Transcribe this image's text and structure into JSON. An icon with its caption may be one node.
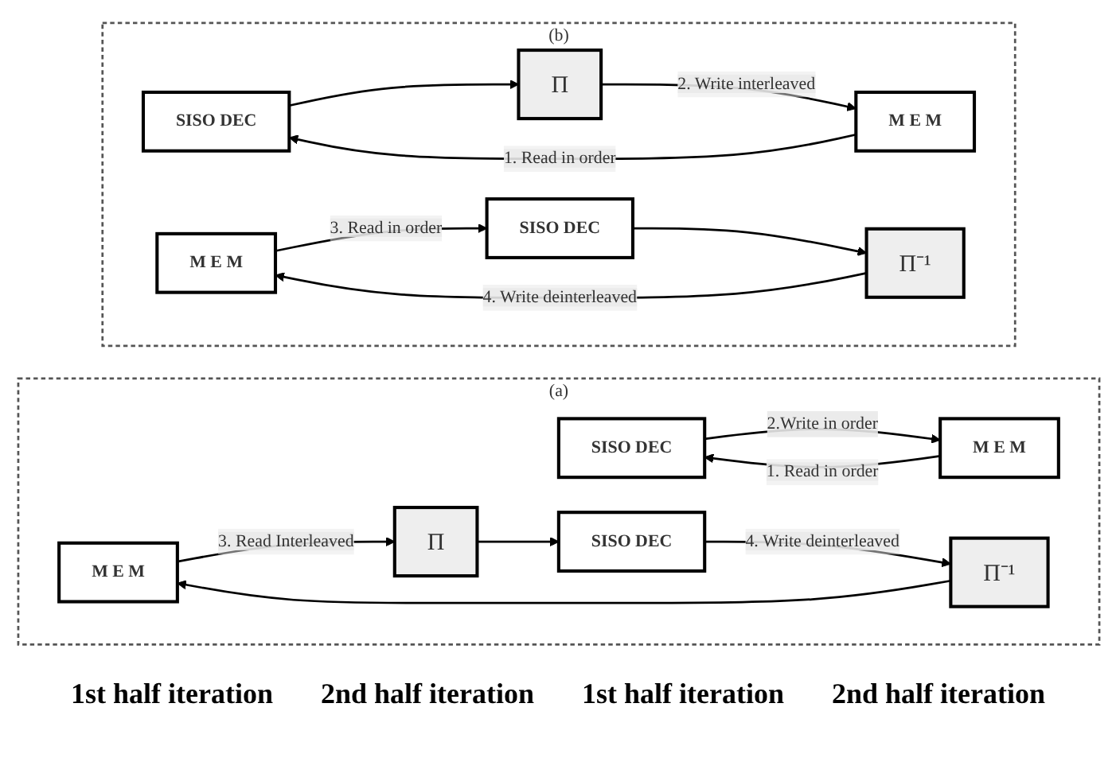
{
  "diagram": {
    "nodes": [
      {
        "text": [
          "(a)"
        ]
      },
      {
        "text": [
          "SISO DEC"
        ],
        "in": 0
      },
      {
        "text": [
          "M E M"
        ],
        "in": 0
      },
      {
        "text": [
          "SISO DEC"
        ],
        "in": 0
      },
      {
        "text": [
          "Π"
        ],
        "in": 0
      },
      {
        "text": [
          "Π⁻¹"
        ],
        "in": 0
      },
      {
        "text": [
          "M E M"
        ],
        "in": 0
      },
      {
        "text": [
          "(b)"
        ]
      },
      {
        "text": [
          "SISO DEC"
        ],
        "in": 7
      },
      {
        "text": [
          "Π"
        ],
        "in": 7
      },
      {
        "text": [
          "M E M"
        ],
        "in": 7
      },
      {
        "text": [
          "SISO DEC"
        ],
        "in": 7
      },
      {
        "text": [
          "Π⁻¹"
        ],
        "in": 7
      },
      {
        "text": [
          "M E M"
        ],
        "in": 7
      }
    ],
    "edges": [
      {
        "from": 2,
        "to": 1,
        "arrow": "to",
        "label": "1. Read in order"
      },
      {
        "from": 1,
        "to": 2,
        "arrow": "to",
        "label": "2.Write in order"
      },
      {
        "from": 6,
        "to": 4,
        "arrow": "to",
        "label": "3. Read Interleaved"
      },
      {
        "from": 4,
        "to": 3,
        "arrow": "to"
      },
      {
        "from": 3,
        "to": 5,
        "arrow": "to",
        "label": "4. Write deinterleaved"
      },
      {
        "from": 5,
        "to": 6,
        "arrow": "to"
      },
      {
        "from": 10,
        "to": 8,
        "arrow": "to",
        "label": "1. Read in order"
      },
      {
        "from": 8,
        "to": 9,
        "arrow": "to"
      },
      {
        "from": 9,
        "to": 10,
        "arrow": "to",
        "label": "2. Write interleaved"
      },
      {
        "from": 13,
        "to": 11,
        "arrow": "to",
        "label": "3. Read in order"
      },
      {
        "from": 11,
        "to": 12,
        "arrow": "to"
      },
      {
        "from": 12,
        "to": 13,
        "arrow": "to",
        "label": "4. Write deinterleaved"
      }
    ],
    "labels": [
      "1st half iteration",
      "2nd half iteration",
      "1st half iteration",
      "2nd half iteration"
    ]
  }
}
